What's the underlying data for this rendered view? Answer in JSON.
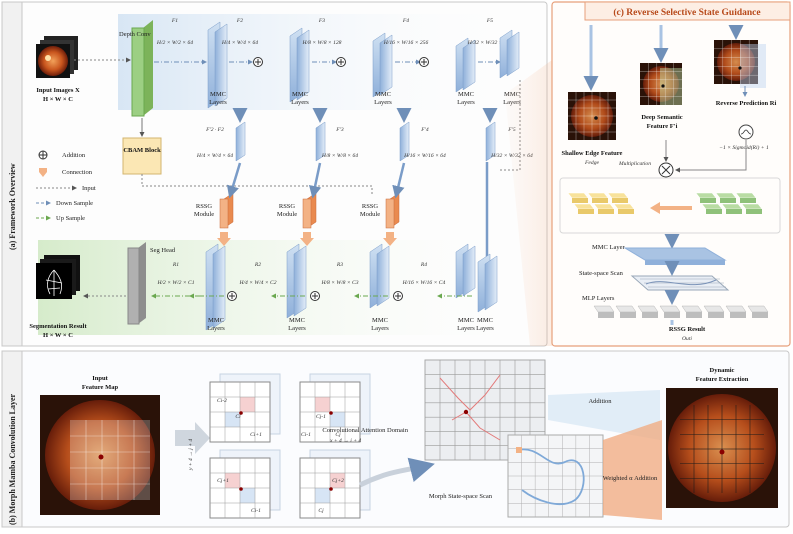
{
  "panel_a": {
    "tab_label": "(a) Framework Overview",
    "input_label": "Input Images X",
    "input_dims": "H × W × C",
    "depth_conv": "Depth Conv",
    "cbam": "CBAM Block",
    "seg_head": "Seg Head",
    "seg_result": "Segmentation Result",
    "seg_dims": "H × W × C",
    "mmc_label": "MMC Layers",
    "rssg_label": "RSSG Module",
    "legend": {
      "addition": "Addition",
      "connection": "Connection",
      "input": "Input",
      "down": "Down Sample",
      "up": "Up Sample"
    },
    "enc_feats": [
      {
        "name": "F1",
        "dims": "H/2 × W/2 × 64"
      },
      {
        "name": "F2",
        "dims": "H/4 × W/4 × 64"
      },
      {
        "name": "F3",
        "dims": "H/8 × W/8 × 128"
      },
      {
        "name": "F4",
        "dims": "H/16 × W/16 × 256"
      },
      {
        "name": "F5",
        "dims": "H/32 × W/32 × 512"
      }
    ],
    "mid_feats": [
      {
        "name": "F'2 · F2",
        "dims": "H/4 × W/4 × 64"
      },
      {
        "name": "F'3",
        "dims": "H/8 × W/8 × 64"
      },
      {
        "name": "F'4",
        "dims": "H/16 × W/16 × 64"
      },
      {
        "name": "F'5",
        "dims": "H/32 × W/32 × 64"
      }
    ],
    "dec_feats": [
      {
        "name": "R1",
        "dims": "H/2 × W/2 × C1"
      },
      {
        "name": "R2",
        "dims": "H/4 × W/4 × C2"
      },
      {
        "name": "R3",
        "dims": "H/8 × W/8 × C3"
      },
      {
        "name": "R4",
        "dims": "H/16 × W/16 × C4"
      }
    ]
  },
  "panel_b": {
    "tab_label": "(b) Morph Mamba Convolution Layer",
    "input_label": "Input",
    "input_label2": "Feature Map",
    "grid_labels": {
      "g1_top": "Ci-2",
      "g1_mid": "Ci",
      "g1_bot": "Ci+1",
      "g2_top": "Cj-1",
      "g2_left": "Ci-1",
      "g2_right": "Cj",
      "g3_top": "Cj+1",
      "g3_bot": "Ci-1",
      "g4_top": "Cj+2",
      "g4_bot": "Cj"
    },
    "axis_x": "x + 4 → i + 4",
    "axis_y": "y + 4 → j + 4",
    "conv_attention": "Convolutional Attention Domain",
    "morph_scan": "Morph State-space Scan",
    "addition": "Addition",
    "weighted": "Weighted α Addition",
    "dynamic": "Dynamic",
    "dynamic2": "Feature Extraction"
  },
  "panel_c": {
    "title": "(c) Reverse Selective State Guidance",
    "shallow": "Shallow Edge Feature",
    "shallow_sym": "Fedge",
    "deep": "Deep Semantic",
    "deep2": "Feature F'i",
    "reverse": "Reverse Prediction Ri",
    "formula": "−1 × Sigmoid(Ri) + 1",
    "multiplication": "Multiplication",
    "mmc_layer": "MMC Layer",
    "scan": "State-space Scan",
    "mlp": "MLP Layers",
    "result": "RSSG Result",
    "result_sym": "Outi"
  },
  "colors": {
    "blue_slab": "#a9c3e3",
    "green_conv": "#9ccf83",
    "cbam": "#fbe7b4",
    "rssg": "#f3b285",
    "accent_orange": "#e98a4f",
    "panel_border": "#e7a07b"
  }
}
